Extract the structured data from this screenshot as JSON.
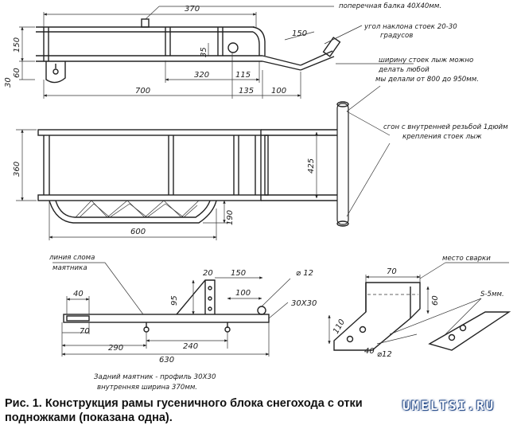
{
  "top_view": {
    "dim_370": "370",
    "dim_150_side": "150",
    "dim_35": "35",
    "dim_150_ski": "150",
    "dim_30": "30",
    "dim_60": "60",
    "dim_320": "320",
    "dim_115": "115",
    "dim_700": "700",
    "dim_135": "135",
    "dim_100": "100",
    "note_crossbar": "поперечная балка 40Х40мм.",
    "note_angle_1": "угол наклона стоек 20-30",
    "note_angle_2": "градусов",
    "note_width_1": "ширину стоек лыж можно",
    "note_width_2": "делать любой",
    "note_width_3": "мы делали от 800 до 950мм."
  },
  "plan_view": {
    "dim_360": "360",
    "dim_425": "425",
    "dim_190": "190",
    "dim_600": "600",
    "note_thread_1": "сгон с внутренней резьбой 1дюйм",
    "note_thread_2": "крепления стоек лыж"
  },
  "pendulum": {
    "note_break_1": "линия слома",
    "note_break_2": "маятника",
    "dim_20": "20",
    "dim_150": "150",
    "dim_d12": "12",
    "dim_40": "40",
    "dim_95": "95",
    "dim_100": "100",
    "dim_30x30": "30Х30",
    "dim_70": "70",
    "dim_290": "290",
    "dim_240": "240",
    "dim_630": "630",
    "note_profile_1": "Задний маятник - профиль 30Х30",
    "note_profile_2": "внутренняя ширина 370мм."
  },
  "footrest": {
    "dim_70": "70",
    "note_weld": "место сварки",
    "dim_60": "60",
    "note_thickness": "S-5мм.",
    "dim_110": "110",
    "dim_40": "40",
    "dim_d12": "12"
  },
  "caption": {
    "line1": "Рис. 1. Конструкция рамы гусеничного блока снегохода с отки",
    "line2": "подножками (показана одна)."
  },
  "watermark": "UMELTSI.RU"
}
